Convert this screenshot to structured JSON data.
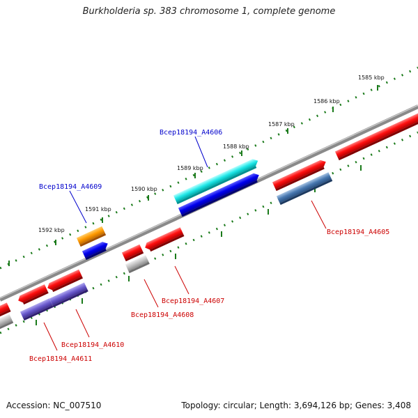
{
  "title": "Burkholderia sp. 383 chromosome 1, complete genome",
  "footer": {
    "accession": "Accession: NC_007510",
    "summary": "Topology: circular; Length: 3,694,126 bp; Genes: 3,408"
  },
  "kbp_labels": [
    "1585 kbp",
    "1586 kbp",
    "1587 kbp",
    "1588 kbp",
    "1589 kbp",
    "1590 kbp",
    "1591 kbp",
    "1592 kbp"
  ],
  "gene_labels": {
    "a4606": "Bcep18194_A4606",
    "a4609": "Bcep18194_A4609",
    "a4605": "Bcep18194_A4605",
    "a4607": "Bcep18194_A4607",
    "a4608": "Bcep18194_A4608",
    "a4610": "Bcep18194_A4610",
    "a4611": "Bcep18194_A4611"
  },
  "colors": {
    "label_blue": "#0000cc",
    "label_red": "#cc0000",
    "backbone": "#777777",
    "tick_green": "#1a7a1a"
  }
}
